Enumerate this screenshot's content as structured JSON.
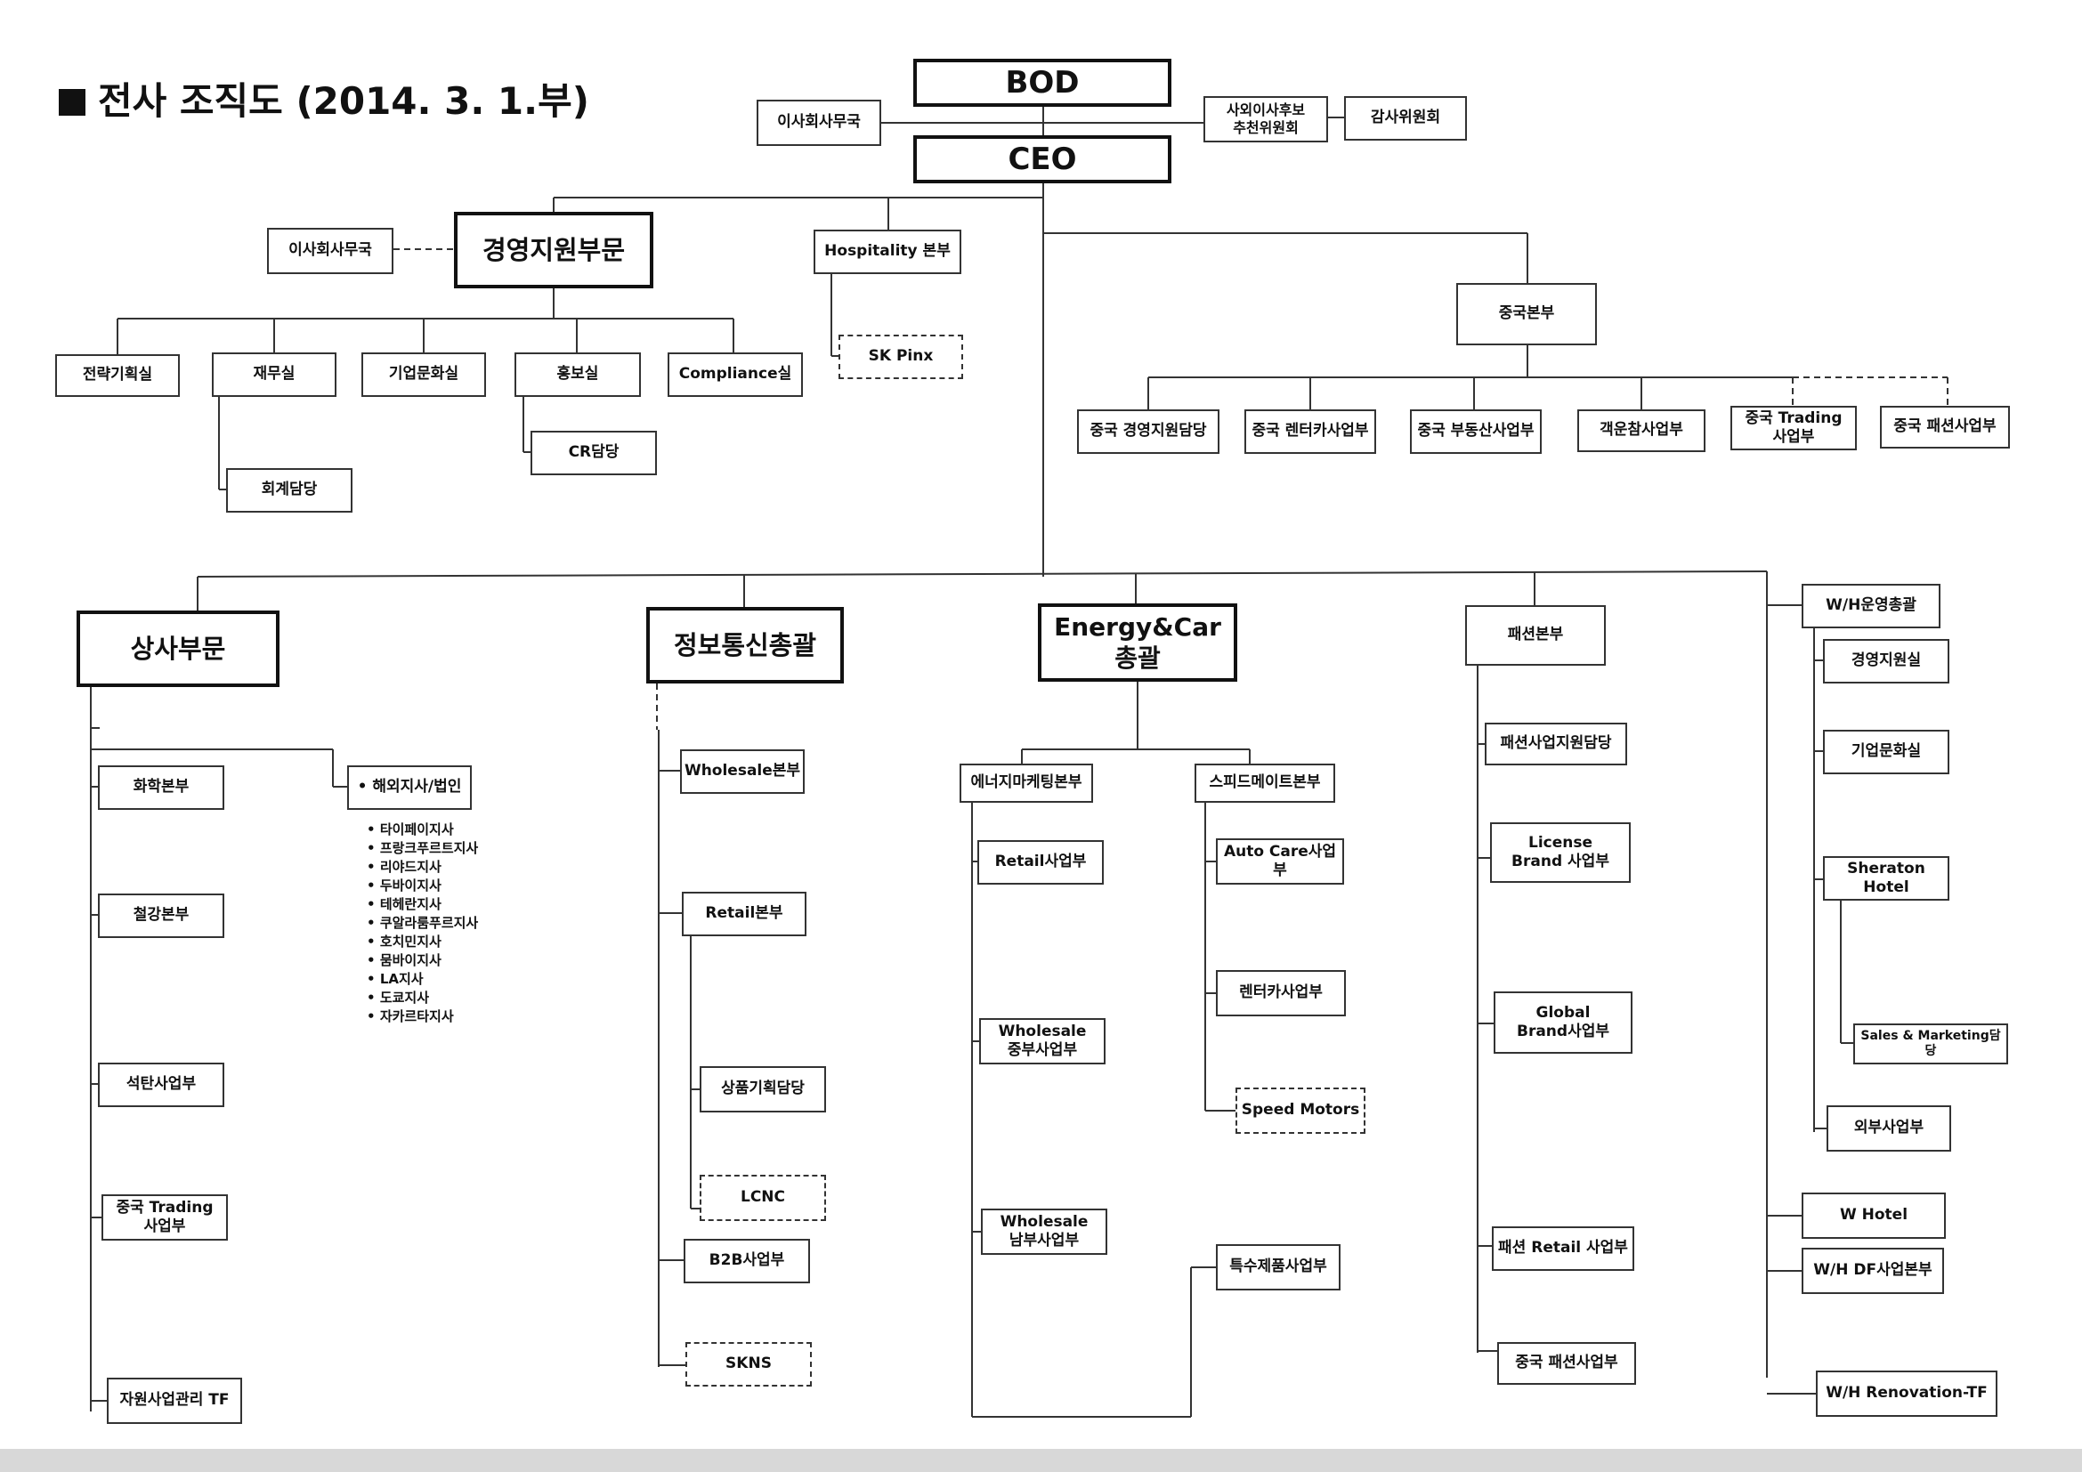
{
  "title": "전사 조직도 (2014. 3. 1.부)",
  "top": {
    "bod": "BOD",
    "ceo": "CEO",
    "board_office": "이사회사무국",
    "nomination": "사외이사후보\n추천위원회",
    "audit": "감사위원회"
  },
  "mgmt": {
    "title": "경영지원부문",
    "board_office": "이사회사무국",
    "units": [
      "전략기획실",
      "재무실",
      "기업문화실",
      "홍보실",
      "Compliance실"
    ],
    "accounting": "회계담당",
    "cr": "CR담당"
  },
  "hospitality": {
    "title": "Hospitality 본부",
    "sk_pinx": "SK Pinx"
  },
  "china": {
    "title": "중국본부",
    "units": [
      "중국 경영지원담당",
      "중국 렌터카사업부",
      "중국 부동산사업부",
      "객운참사업부",
      "중국 Trading\n사업부",
      "중국 패션사업부"
    ]
  },
  "trading": {
    "title": "상사부문",
    "units": [
      "화학본부",
      "철강본부",
      "석탄사업부",
      "중국 Trading\n사업부",
      "자원사업관리 TF"
    ],
    "overseas": "• 해외지사/법인",
    "branches": [
      "타이페이지사",
      "프랑크푸르트지사",
      "리야드지사",
      "두바이지사",
      "테헤란지사",
      "쿠알라룸푸르지사",
      "호치민지사",
      "뭄바이지사",
      "LA지사",
      "도쿄지사",
      "자카르타지사"
    ]
  },
  "ict": {
    "title": "정보통신총괄",
    "wholesale": "Wholesale본부",
    "retail": "Retail본부",
    "planning": "상품기획담당",
    "lcnc": "LCNC",
    "b2b": "B2B사업부",
    "skns": "SKNS"
  },
  "energy": {
    "title": "Energy&Car\n총괄",
    "marketing": "에너지마케팅본부",
    "retail": "Retail사업부",
    "wholesale_central": "Wholesale\n중부사업부",
    "wholesale_south": "Wholesale\n남부사업부",
    "speedmate": "스피드메이트본부",
    "autocare": "Auto Care사업부",
    "rentacar": "렌터카사업부",
    "speed_motors": "Speed Motors",
    "special": "특수제품사업부"
  },
  "fashion": {
    "title": "패션본부",
    "support": "패션사업지원담당",
    "license": "License\nBrand 사업부",
    "global": "Global\nBrand사업부",
    "retail": "패션 Retail 사업부",
    "china": "중국 패션사업부"
  },
  "wh": {
    "title": "W/H운영총괄",
    "mgmt": "경영지원실",
    "culture": "기업문화실",
    "sheraton": "Sheraton Hotel",
    "sales": "Sales & Marketing담당",
    "external": "외부사업부",
    "w_hotel": "W Hotel",
    "df": "W/H DF사업본부",
    "renovation": "W/H Renovation-TF"
  }
}
